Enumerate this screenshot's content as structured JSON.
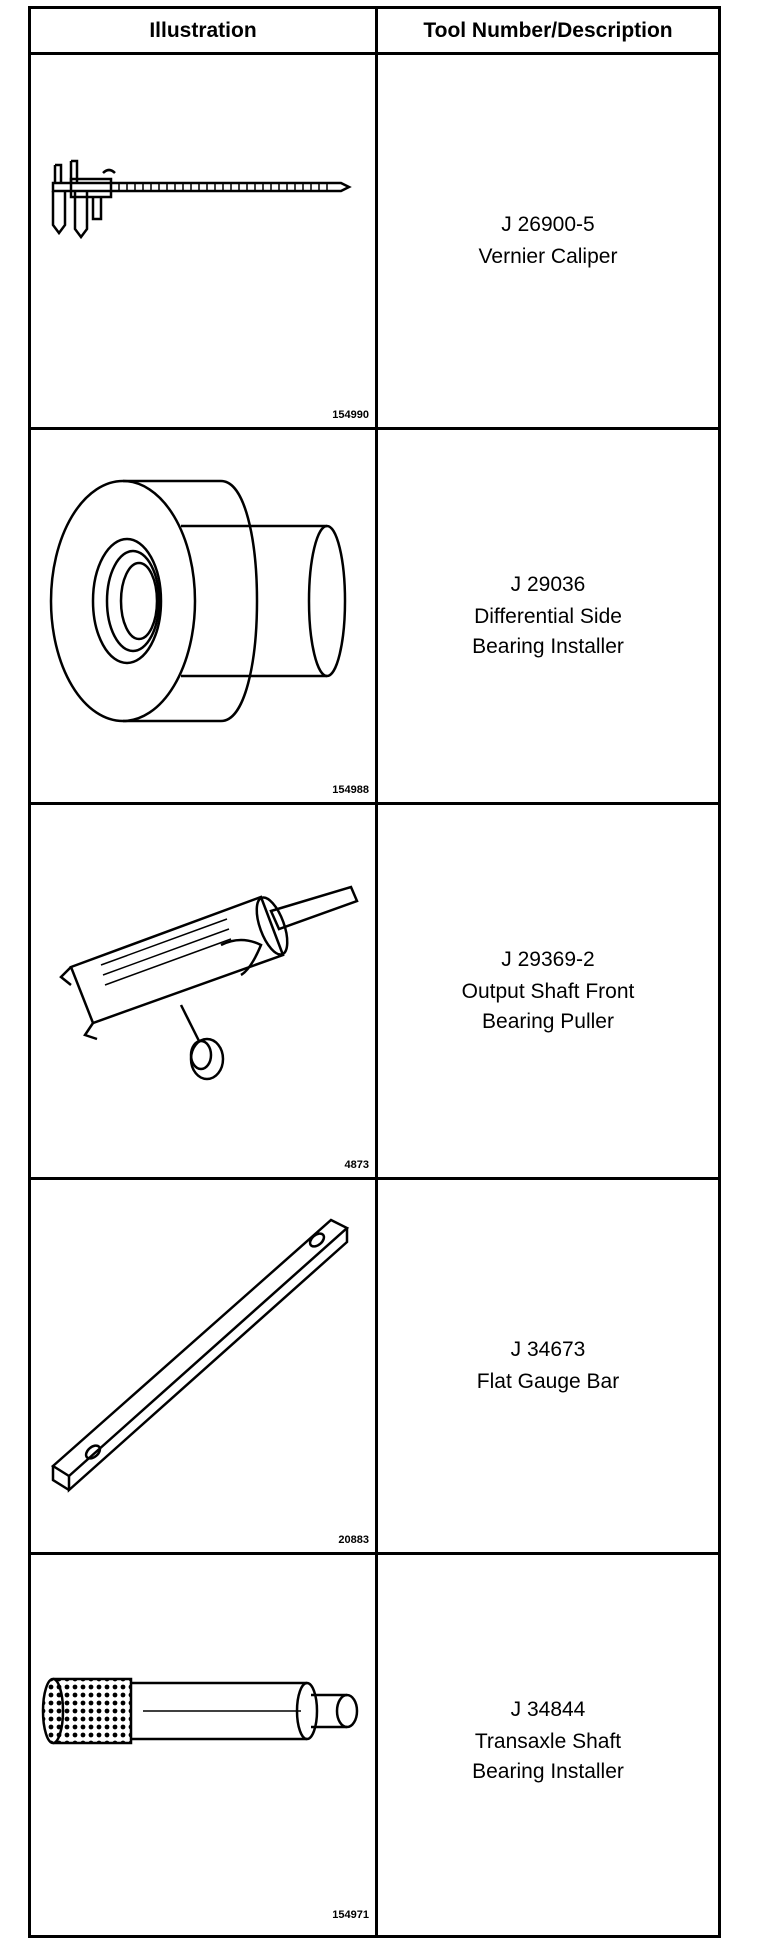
{
  "header": {
    "col_illustration": "Illustration",
    "col_tool": "Tool Number/Description"
  },
  "rows": [
    {
      "tool_number": "J 26900-5",
      "desc_line1": "Vernier Caliper",
      "desc_line2": "",
      "figure_id": "154990",
      "icon": "vernier-caliper-icon"
    },
    {
      "tool_number": "J 29036",
      "desc_line1": "Differential Side",
      "desc_line2": "Bearing Installer",
      "figure_id": "154988",
      "icon": "bearing-installer-icon"
    },
    {
      "tool_number": "J 29369-2",
      "desc_line1": "Output Shaft Front",
      "desc_line2": "Bearing Puller",
      "figure_id": "4873",
      "icon": "bearing-puller-icon"
    },
    {
      "tool_number": "J 34673",
      "desc_line1": "Flat Gauge Bar",
      "desc_line2": "",
      "figure_id": "20883",
      "icon": "gauge-bar-icon"
    },
    {
      "tool_number": "J 34844",
      "desc_line1": "Transaxle Shaft",
      "desc_line2": "Bearing Installer",
      "figure_id": "154971",
      "icon": "shaft-installer-icon"
    }
  ]
}
